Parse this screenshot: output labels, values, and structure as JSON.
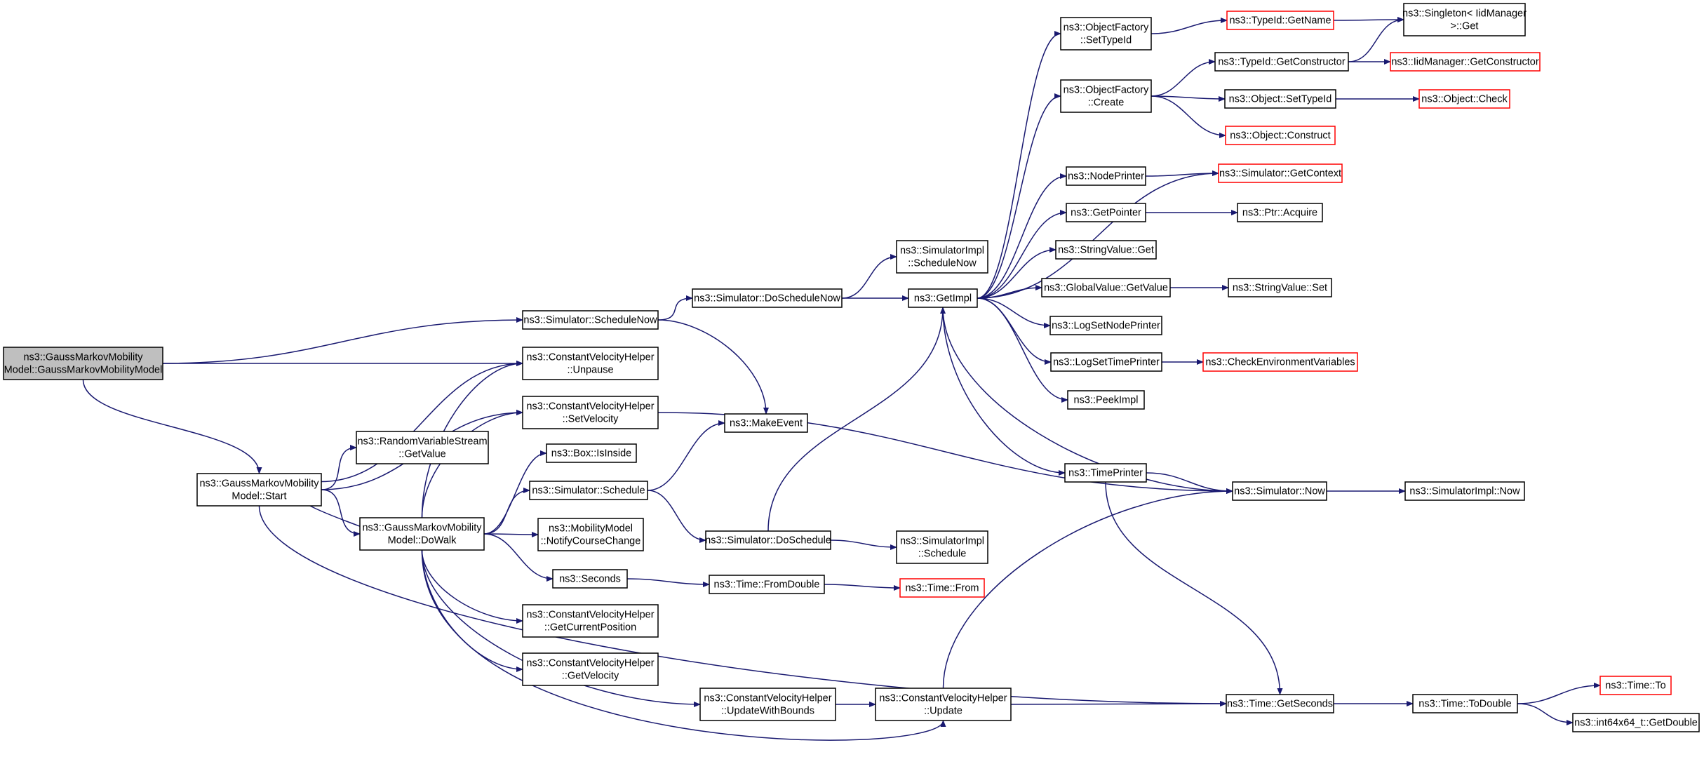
{
  "colors": {
    "edge": "#191970",
    "root_fill": "#bfbfbf",
    "truncated_border": "#ff0000",
    "border": "#000000"
  },
  "nodes": [
    {
      "id": "gm_ctor",
      "lines": [
        "ns3::GaussMarkovMobility",
        "Model::GaussMarkovMobilityModel"
      ],
      "style": "root"
    },
    {
      "id": "gm_start",
      "lines": [
        "ns3::GaussMarkovMobility",
        "Model::Start"
      ],
      "style": "normal"
    },
    {
      "id": "gm_dowalk",
      "lines": [
        "ns3::GaussMarkovMobility",
        "Model::DoWalk"
      ],
      "style": "normal"
    },
    {
      "id": "sim_schedulenow",
      "lines": [
        "ns3::Simulator::ScheduleNow"
      ],
      "style": "normal"
    },
    {
      "id": "cvh_unpause",
      "lines": [
        "ns3::ConstantVelocityHelper",
        "::Unpause"
      ],
      "style": "normal"
    },
    {
      "id": "cvh_setvelocity",
      "lines": [
        "ns3::ConstantVelocityHelper",
        "::SetVelocity"
      ],
      "style": "normal"
    },
    {
      "id": "rvs_getvalue",
      "lines": [
        "ns3::RandomVariableStream",
        "::GetValue"
      ],
      "style": "normal"
    },
    {
      "id": "box_isinside",
      "lines": [
        "ns3::Box::IsInside"
      ],
      "style": "normal"
    },
    {
      "id": "sim_schedule",
      "lines": [
        "ns3::Simulator::Schedule"
      ],
      "style": "normal"
    },
    {
      "id": "mm_notify",
      "lines": [
        "ns3::MobilityModel",
        "::NotifyCourseChange"
      ],
      "style": "normal"
    },
    {
      "id": "seconds",
      "lines": [
        "ns3::Seconds"
      ],
      "style": "normal"
    },
    {
      "id": "cvh_getcurpos",
      "lines": [
        "ns3::ConstantVelocityHelper",
        "::GetCurrentPosition"
      ],
      "style": "normal"
    },
    {
      "id": "cvh_getvelocity",
      "lines": [
        "ns3::ConstantVelocityHelper",
        "::GetVelocity"
      ],
      "style": "normal"
    },
    {
      "id": "sim_doschedulenow",
      "lines": [
        "ns3::Simulator::DoScheduleNow"
      ],
      "style": "normal"
    },
    {
      "id": "makeevent",
      "lines": [
        "ns3::MakeEvent"
      ],
      "style": "normal"
    },
    {
      "id": "sim_doschedule",
      "lines": [
        "ns3::Simulator::DoSchedule"
      ],
      "style": "normal"
    },
    {
      "id": "time_fromdouble",
      "lines": [
        "ns3::Time::FromDouble"
      ],
      "style": "normal"
    },
    {
      "id": "cvh_updatebounds",
      "lines": [
        "ns3::ConstantVelocityHelper",
        "::UpdateWithBounds"
      ],
      "style": "normal"
    },
    {
      "id": "cvh_update",
      "lines": [
        "ns3::ConstantVelocityHelper",
        "::Update"
      ],
      "style": "normal"
    },
    {
      "id": "simimpl_schedulenow",
      "lines": [
        "ns3::SimulatorImpl",
        "::ScheduleNow"
      ],
      "style": "normal"
    },
    {
      "id": "getimpl",
      "lines": [
        "ns3::GetImpl"
      ],
      "style": "normal"
    },
    {
      "id": "simimpl_schedule",
      "lines": [
        "ns3::SimulatorImpl",
        "::Schedule"
      ],
      "style": "normal"
    },
    {
      "id": "time_from",
      "lines": [
        "ns3::Time::From"
      ],
      "style": "red"
    },
    {
      "id": "of_settypeid",
      "lines": [
        "ns3::ObjectFactory",
        "::SetTypeId"
      ],
      "style": "normal"
    },
    {
      "id": "of_create",
      "lines": [
        "ns3::ObjectFactory",
        "::Create"
      ],
      "style": "normal"
    },
    {
      "id": "nodeprinter",
      "lines": [
        "ns3::NodePrinter"
      ],
      "style": "normal"
    },
    {
      "id": "getpointer",
      "lines": [
        "ns3::GetPointer"
      ],
      "style": "normal"
    },
    {
      "id": "stringvalue_get",
      "lines": [
        "ns3::StringValue::Get"
      ],
      "style": "normal"
    },
    {
      "id": "globalvalue_getvalue",
      "lines": [
        "ns3::GlobalValue::GetValue"
      ],
      "style": "normal"
    },
    {
      "id": "logsetnodeprinter",
      "lines": [
        "ns3::LogSetNodePrinter"
      ],
      "style": "normal"
    },
    {
      "id": "logsettimeprinter",
      "lines": [
        "ns3::LogSetTimePrinter"
      ],
      "style": "normal"
    },
    {
      "id": "peekimpl",
      "lines": [
        "ns3::PeekImpl"
      ],
      "style": "normal"
    },
    {
      "id": "timeprinter",
      "lines": [
        "ns3::TimePrinter"
      ],
      "style": "normal"
    },
    {
      "id": "typeid_getname",
      "lines": [
        "ns3::TypeId::GetName"
      ],
      "style": "red"
    },
    {
      "id": "typeid_getconstructor",
      "lines": [
        "ns3::TypeId::GetConstructor"
      ],
      "style": "normal"
    },
    {
      "id": "object_settypeid",
      "lines": [
        "ns3::Object::SetTypeId"
      ],
      "style": "normal"
    },
    {
      "id": "object_construct",
      "lines": [
        "ns3::Object::Construct"
      ],
      "style": "red"
    },
    {
      "id": "sim_getcontext",
      "lines": [
        "ns3::Simulator::GetContext"
      ],
      "style": "red"
    },
    {
      "id": "ptr_acquire",
      "lines": [
        "ns3::Ptr::Acquire"
      ],
      "style": "normal"
    },
    {
      "id": "stringvalue_set",
      "lines": [
        "ns3::StringValue::Set"
      ],
      "style": "normal"
    },
    {
      "id": "checkenv",
      "lines": [
        "ns3::CheckEnvironmentVariables"
      ],
      "style": "red"
    },
    {
      "id": "sim_now",
      "lines": [
        "ns3::Simulator::Now"
      ],
      "style": "normal"
    },
    {
      "id": "time_getseconds",
      "lines": [
        "ns3::Time::GetSeconds"
      ],
      "style": "normal"
    },
    {
      "id": "singleton_get",
      "lines": [
        "ns3::Singleton< IidManager",
        " >::Get"
      ],
      "style": "normal"
    },
    {
      "id": "iidmanager_getconstructor",
      "lines": [
        "ns3::IidManager::GetConstructor"
      ],
      "style": "red"
    },
    {
      "id": "object_check",
      "lines": [
        "ns3::Object::Check"
      ],
      "style": "red"
    },
    {
      "id": "simimpl_now",
      "lines": [
        "ns3::SimulatorImpl::Now"
      ],
      "style": "normal"
    },
    {
      "id": "time_todouble",
      "lines": [
        "ns3::Time::ToDouble"
      ],
      "style": "normal"
    },
    {
      "id": "time_to",
      "lines": [
        "ns3::Time::To"
      ],
      "style": "red"
    },
    {
      "id": "int64x64_getdouble",
      "lines": [
        "ns3::int64x64_t::GetDouble"
      ],
      "style": "normal"
    }
  ]
}
